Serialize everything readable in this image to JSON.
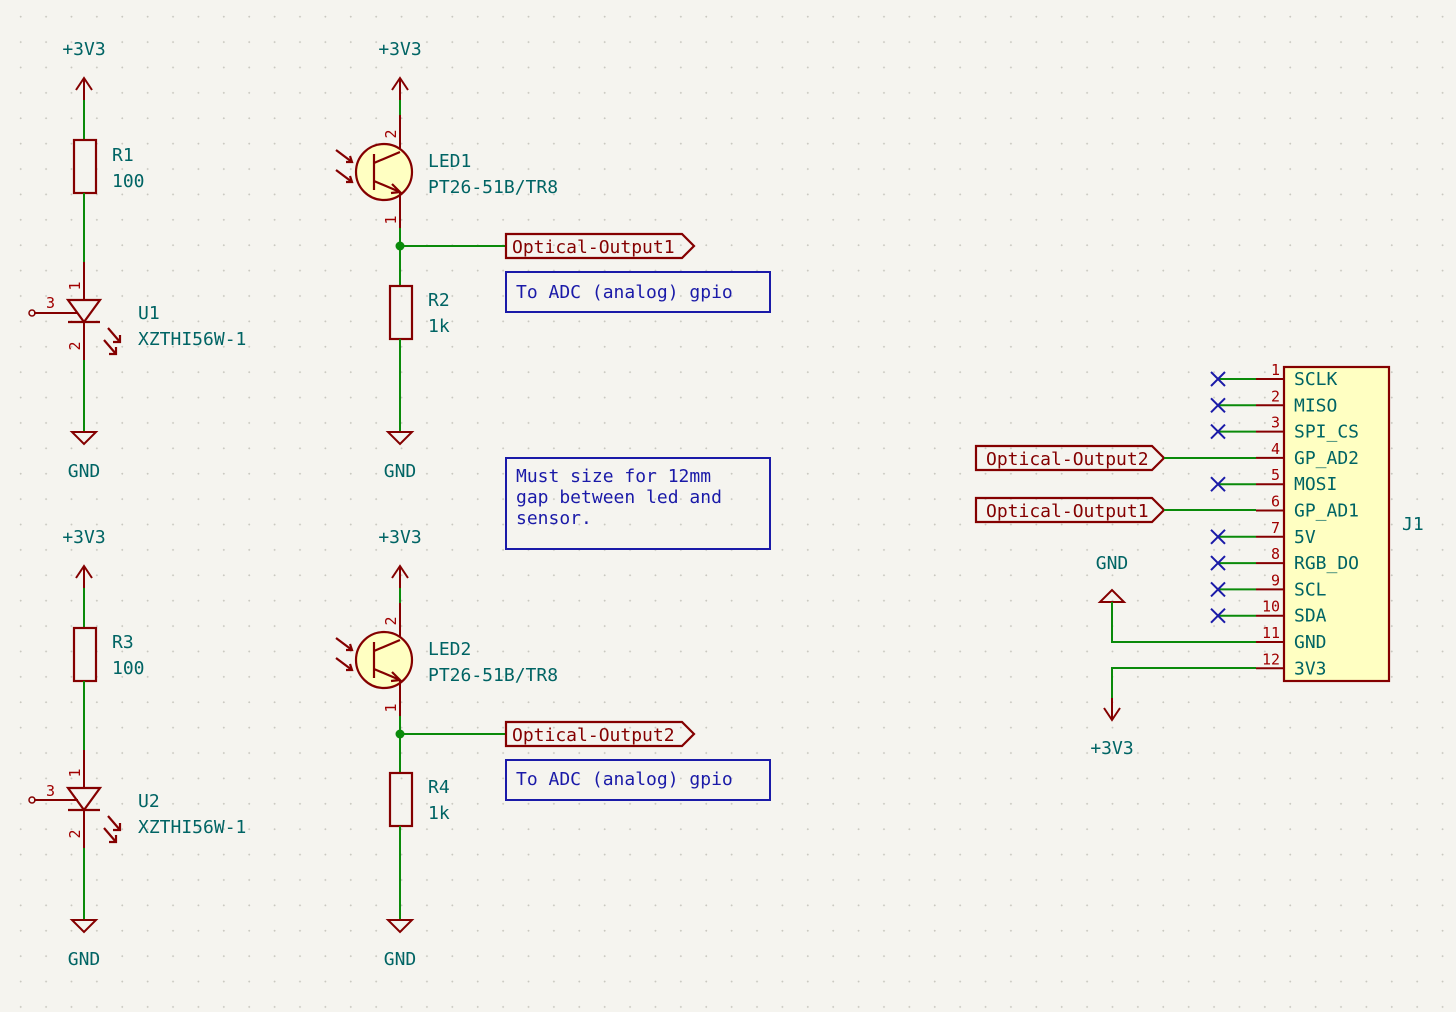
{
  "power": {
    "vcc": "+3V3",
    "gnd": "GND"
  },
  "emitters": [
    {
      "ref": "R1",
      "value": "100",
      "u_ref": "U1",
      "u_value": "XZTHI56W-1",
      "pin_gate": "3",
      "pin_a": "1",
      "pin_k": "2"
    },
    {
      "ref": "R3",
      "value": "100",
      "u_ref": "U2",
      "u_value": "XZTHI56W-1",
      "pin_gate": "3",
      "pin_a": "1",
      "pin_k": "2"
    }
  ],
  "sensors": [
    {
      "ref": "LED1",
      "value": "PT26-51B/TR8",
      "pin_c": "2",
      "pin_e": "1",
      "r_ref": "R2",
      "r_value": "1k",
      "label": "Optical-Output1",
      "note": "To ADC (analog) gpio"
    },
    {
      "ref": "LED2",
      "value": "PT26-51B/TR8",
      "pin_c": "2",
      "pin_e": "1",
      "r_ref": "R4",
      "r_value": "1k",
      "label": "Optical-Output2",
      "note": "To ADC (analog) gpio"
    }
  ],
  "size_note": [
    "Must size for 12mm",
    "gap between led and",
    "sensor."
  ],
  "connector": {
    "ref": "J1",
    "pins": [
      {
        "num": "1",
        "name": "SCLK"
      },
      {
        "num": "2",
        "name": "MISO"
      },
      {
        "num": "3",
        "name": "SPI_CS"
      },
      {
        "num": "4",
        "name": "GP_AD2"
      },
      {
        "num": "5",
        "name": "MOSI"
      },
      {
        "num": "6",
        "name": "GP_AD1"
      },
      {
        "num": "7",
        "name": "5V"
      },
      {
        "num": "8",
        "name": "RGB_DO"
      },
      {
        "num": "9",
        "name": "SCL"
      },
      {
        "num": "10",
        "name": "SDA"
      },
      {
        "num": "11",
        "name": "GND"
      },
      {
        "num": "12",
        "name": "3V3"
      }
    ],
    "label_pin4": "Optical-Output2",
    "label_pin6": "Optical-Output1",
    "gnd_label": "GND",
    "vcc_label": "+3V3"
  },
  "colors": {
    "wire": "#0a8a0a",
    "symbol": "#840000",
    "symbol_fill": "#ffffc2",
    "text": "#006464",
    "note": "#1a1aa8",
    "background": "#f5f4ef"
  }
}
